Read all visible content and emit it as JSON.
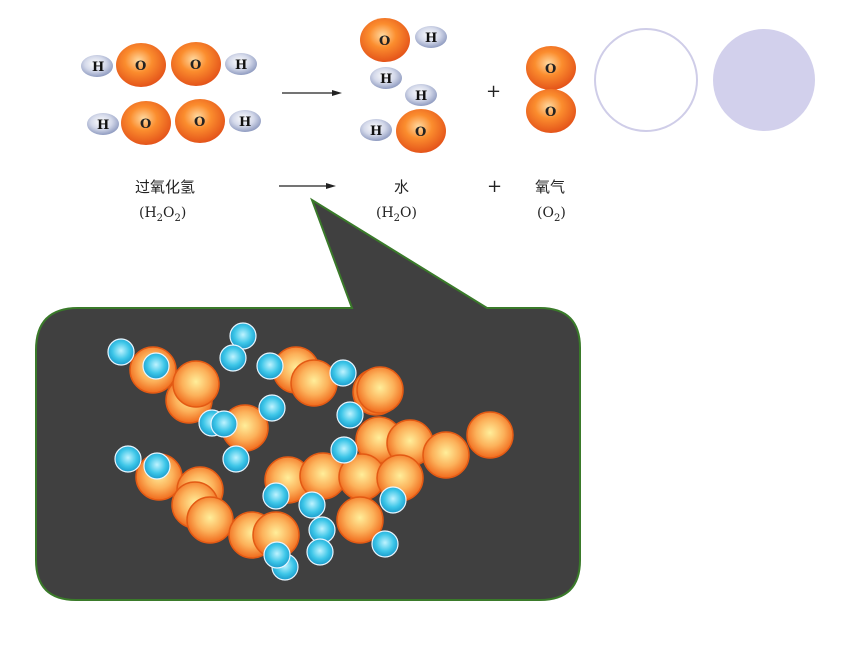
{
  "reactant": {
    "name": "过氧化氢",
    "formula_prefix": "(H",
    "sub1": "2",
    "mid": "O",
    "sub2": "2",
    "formula_suffix": ")"
  },
  "product1": {
    "name": "水",
    "formula_prefix": "(H",
    "sub1": "2",
    "formula_suffix": "O)"
  },
  "product2": {
    "name": "氧气",
    "formula_prefix": "(O",
    "sub1": "2",
    "formula_suffix": ")"
  },
  "operator_plus": "+",
  "atom_labels": {
    "hydrogen": "H",
    "oxygen": "O"
  },
  "colors": {
    "oxygen_fill": "#f5781f",
    "hydrogen_fill": "#c4cbe0",
    "bubble_fill": "#404040",
    "bubble_border": "#3a7a2a",
    "empty_circle_stroke": "#cfcde8",
    "filled_circle": "#d2d0ec",
    "cyan_ball": "#2fbde0",
    "orange_ball": "#f58a28"
  }
}
